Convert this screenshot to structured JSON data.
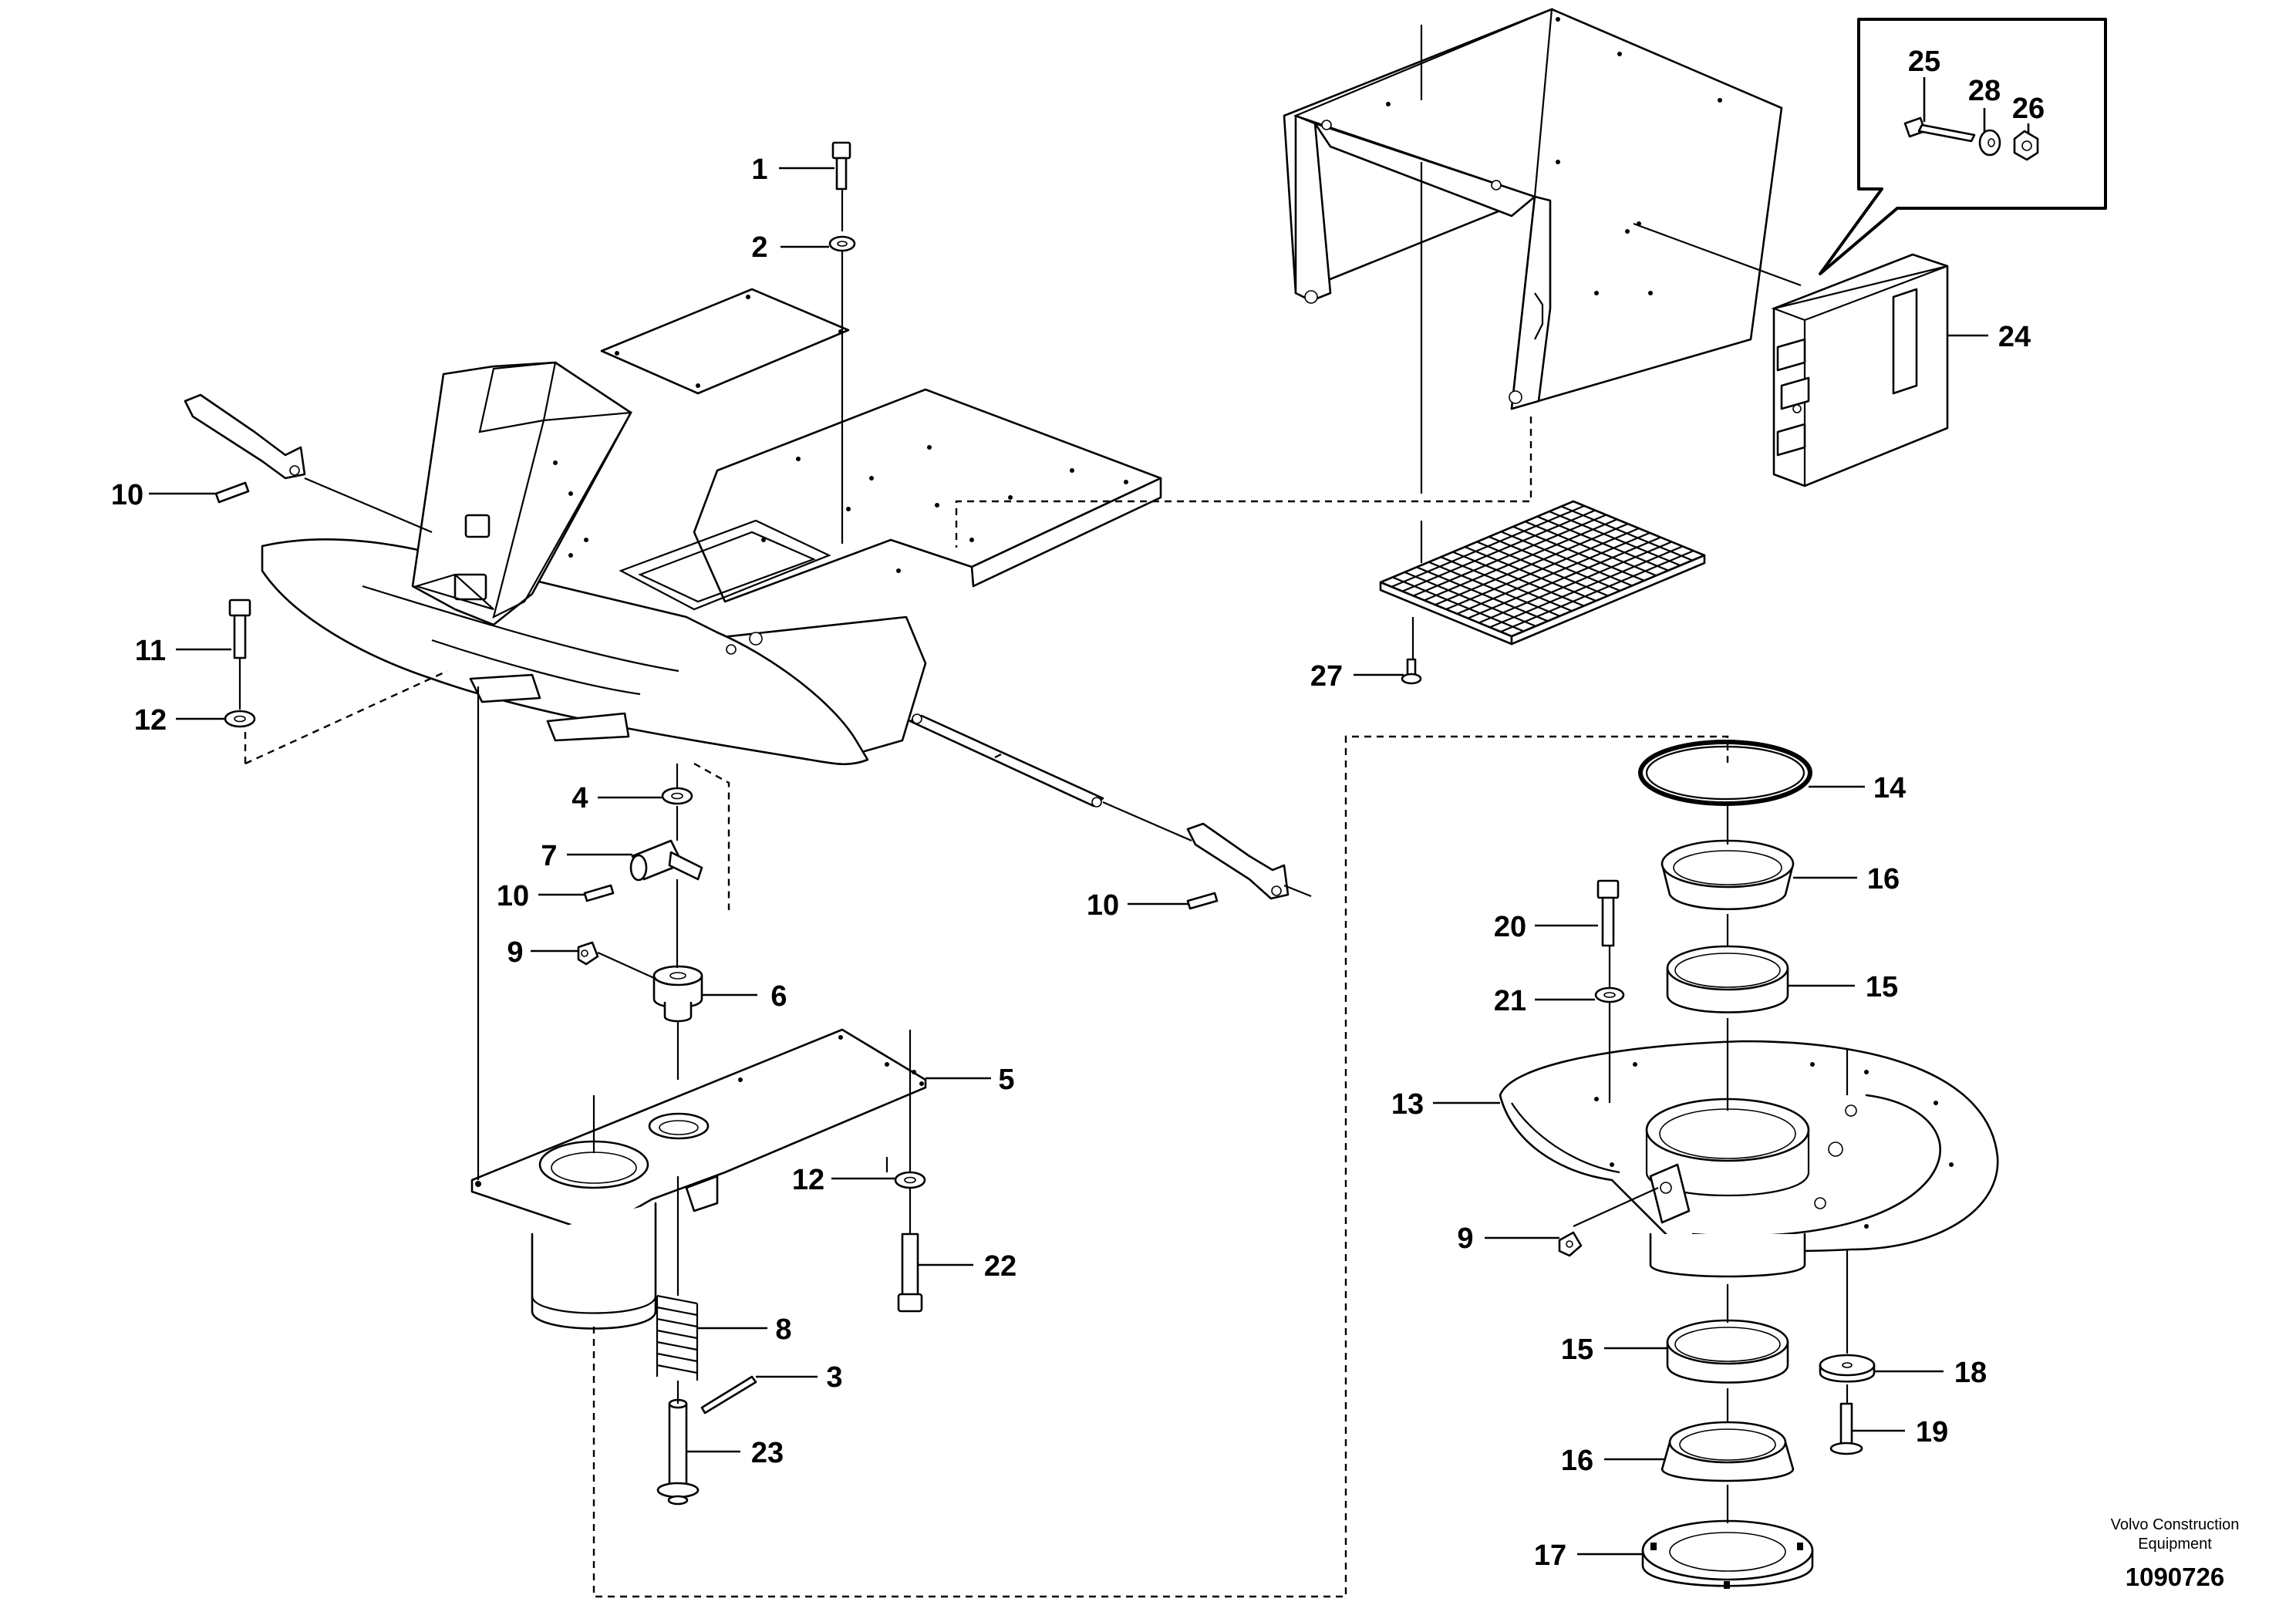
{
  "callouts": [
    {
      "id": "c1",
      "text": "1"
    },
    {
      "id": "c2",
      "text": "2"
    },
    {
      "id": "c3",
      "text": "3"
    },
    {
      "id": "c4",
      "text": "4"
    },
    {
      "id": "c5",
      "text": "5"
    },
    {
      "id": "c6",
      "text": "6"
    },
    {
      "id": "c7",
      "text": "7"
    },
    {
      "id": "c8",
      "text": "8"
    },
    {
      "id": "c9a",
      "text": "9"
    },
    {
      "id": "c9b",
      "text": "9"
    },
    {
      "id": "c10a",
      "text": "10"
    },
    {
      "id": "c10b",
      "text": "10"
    },
    {
      "id": "c10c",
      "text": "10"
    },
    {
      "id": "c11",
      "text": "11"
    },
    {
      "id": "c12a",
      "text": "12"
    },
    {
      "id": "c12b",
      "text": "12"
    },
    {
      "id": "c13",
      "text": "13"
    },
    {
      "id": "c14",
      "text": "14"
    },
    {
      "id": "c15a",
      "text": "15"
    },
    {
      "id": "c15b",
      "text": "15"
    },
    {
      "id": "c16a",
      "text": "16"
    },
    {
      "id": "c16b",
      "text": "16"
    },
    {
      "id": "c17",
      "text": "17"
    },
    {
      "id": "c18",
      "text": "18"
    },
    {
      "id": "c19",
      "text": "19"
    },
    {
      "id": "c20",
      "text": "20"
    },
    {
      "id": "c21",
      "text": "21"
    },
    {
      "id": "c22",
      "text": "22"
    },
    {
      "id": "c23",
      "text": "23"
    },
    {
      "id": "c24",
      "text": "24"
    },
    {
      "id": "c25",
      "text": "25"
    },
    {
      "id": "c26",
      "text": "26"
    },
    {
      "id": "c27",
      "text": "27"
    },
    {
      "id": "c28",
      "text": "28"
    }
  ],
  "footer": {
    "brand_line1": "Volvo Construction",
    "brand_line2": "Equipment",
    "drawing_number": "1090726"
  }
}
